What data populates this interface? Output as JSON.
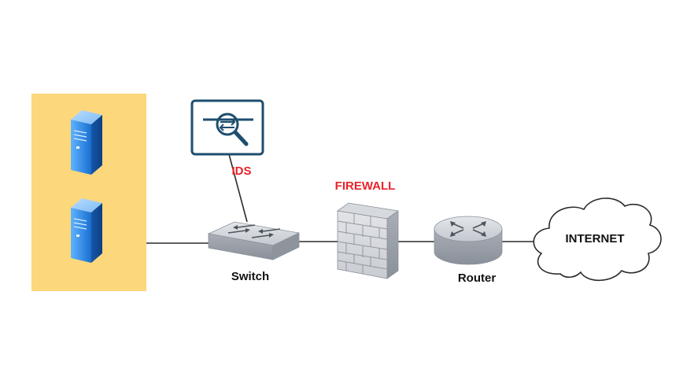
{
  "nodes": {
    "ids": {
      "label": "IDS",
      "icon": "ids-magnifier-icon"
    },
    "firewall": {
      "label": "FIREWALL",
      "icon": "brick-wall-icon"
    },
    "switch": {
      "label": "Switch",
      "icon": "network-switch-icon"
    },
    "router": {
      "label": "Router",
      "icon": "router-icon"
    },
    "internet": {
      "label": "INTERNET",
      "icon": "cloud-icon"
    },
    "servers": [
      {
        "icon": "server-tower-icon"
      },
      {
        "icon": "server-tower-icon"
      }
    ]
  },
  "connections": [
    [
      "servers",
      "switch"
    ],
    [
      "switch",
      "ids"
    ],
    [
      "switch",
      "firewall"
    ],
    [
      "firewall",
      "router"
    ],
    [
      "router",
      "internet"
    ]
  ],
  "colors": {
    "server_zone": "#FDD77B",
    "alert_label": "#E8232A",
    "ids_accent": "#1E4E6E",
    "server_blue": "#1A6FD0",
    "device_gray": "#A9AEB6"
  }
}
